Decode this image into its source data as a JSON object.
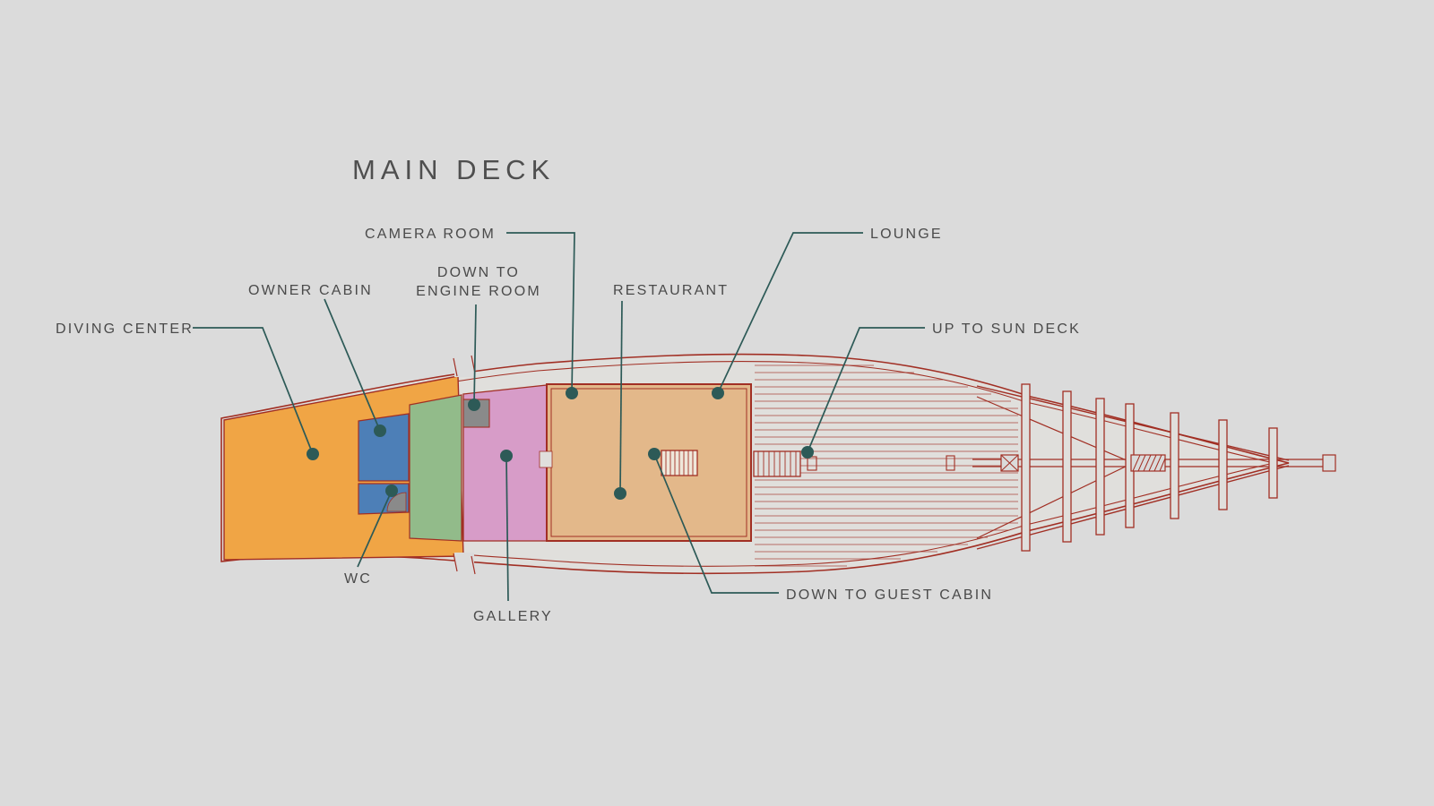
{
  "title": "MAIN DECK",
  "colors": {
    "background": "#dbdbdb",
    "deck_fill": "#e0dfdc",
    "hull_line": "#a12f24",
    "callout": "#2d5a57",
    "label_text": "#4a4a4a",
    "diving_center_fill": "#f0a545",
    "owner_cabin_fill": "#4d7fb7",
    "wc_fill": "#4d7fb7",
    "green_room_fill": "#92bb8a",
    "gallery_fill": "#d79cc8",
    "restaurant_fill": "#e3b88a",
    "engine_access_fill": "#8a8a8a"
  },
  "labels": {
    "diving_center": "DIVING CENTER",
    "owner_cabin": "OWNER CABIN",
    "engine_room": "DOWN TO\nENGINE ROOM",
    "camera_room": "CAMERA ROOM",
    "restaurant": "RESTAURANT",
    "lounge": "LOUNGE",
    "sun_deck": "UP TO SUN DECK",
    "wc": "WC",
    "gallery": "GALLERY",
    "guest_cabin": "DOWN TO GUEST CABIN"
  }
}
